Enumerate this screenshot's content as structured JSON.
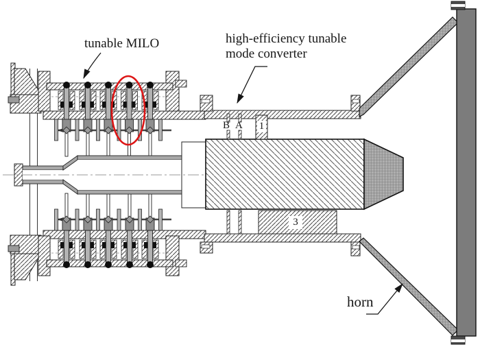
{
  "diagram": {
    "title_implied": "cross-section drawing of tunable MILO with mode converter and horn",
    "labels": {
      "milo": "tunable MILO",
      "converter_line1": "high-efficiency tunable",
      "converter_line2": "mode converter",
      "horn": "horn",
      "marker_b": "B",
      "marker_a": "A",
      "marker_1": "1",
      "marker_3": "3"
    },
    "colors": {
      "line": "#1c1c1c",
      "highlight_ellipse": "#dd1515",
      "window_panel": "#7c7c7c",
      "rod_gray": "#b3b3b3",
      "sleeve_gray": "#8f8f8f",
      "wall_gray": "#a8a8a8"
    }
  }
}
